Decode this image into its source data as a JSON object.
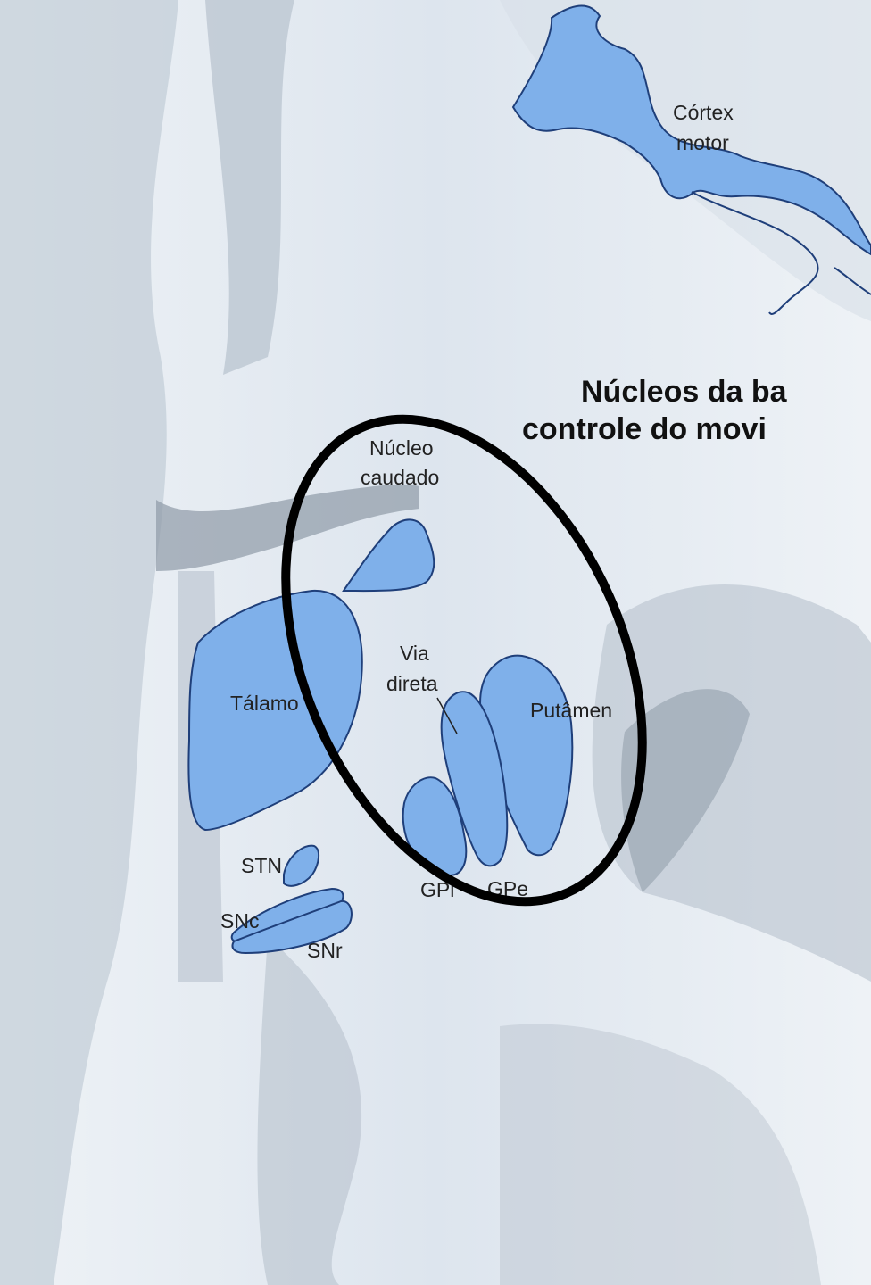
{
  "heading": {
    "line1": "Núcleos da ba",
    "line2": "controle do movi"
  },
  "labels": {
    "cortex_motor_line1": "Córtex",
    "cortex_motor_line2": "motor",
    "nucleo_caudado_line1": "Núcleo",
    "nucleo_caudado_line2": "caudado",
    "via_direta_line1": "Via",
    "via_direta_line2": "direta",
    "talamo": "Tálamo",
    "putamen": "Putâmen",
    "stn": "STN",
    "snc": "SNc",
    "snr": "SNr",
    "gpi": "GPi",
    "gpe": "GPe"
  },
  "colors": {
    "nucleus_fill": "#7fb0ea",
    "nucleus_stroke": "#1f3f7a",
    "highlight_ellipse": "#000000",
    "background_page": "#e8eef4"
  }
}
